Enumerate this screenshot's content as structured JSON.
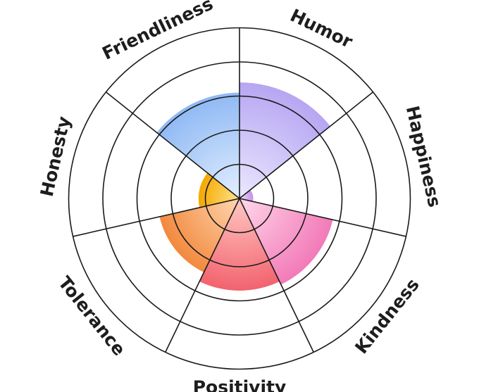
{
  "chart_data": {
    "type": "polar-area",
    "title": "",
    "scale_max": 5,
    "rings": [
      1,
      2,
      3,
      4,
      5
    ],
    "grid": true,
    "legend": "none",
    "categories": [
      "Humor",
      "Happiness",
      "Kindness",
      "Positivity",
      "Tolerance",
      "Honesty",
      "Friendliness"
    ],
    "values": [
      3.4,
      0.4,
      2.8,
      2.7,
      2.4,
      1.2,
      3.1
    ],
    "colors": [
      [
        "#ece8ff",
        "#b6a6f2"
      ],
      [
        "#f3e6fb",
        "#c58ee8"
      ],
      [
        "#ffd8ea",
        "#f27ab8"
      ],
      [
        "#ffc8c4",
        "#f2636e"
      ],
      [
        "#ffd6b0",
        "#f2893e"
      ],
      [
        "#ffe38a",
        "#f5a800"
      ],
      [
        "#e3efff",
        "#8fb9f4"
      ]
    ]
  }
}
